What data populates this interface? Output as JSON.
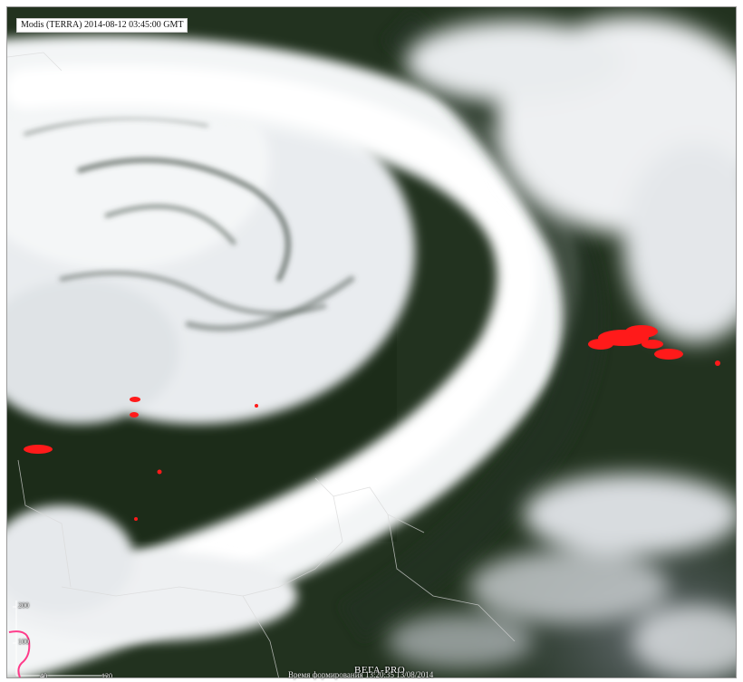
{
  "header": {
    "satellite_label": "Modis (TERRA) 2014-08-12 03:45:00 GMT"
  },
  "footer": {
    "product": "ВЕГА-PRO",
    "generated": "Время формирования 13:20:35 13/08/2014"
  },
  "scale": {
    "y_ticks": [
      "200",
      "100"
    ],
    "x_ticks": [
      "40",
      "120"
    ]
  },
  "colors": {
    "land": "#22321f",
    "land_dark": "#1a2617",
    "cloud": "#f2f4f6",
    "cloud_shadow": "#c9ced2",
    "fire": "#ff1a1a",
    "border_line": "#d8d8d8"
  },
  "image_semantics": {
    "content": "satellite-cloud-image",
    "features": [
      "cyclone-swirl",
      "cloud-band",
      "fire-hotspots",
      "state-borders"
    ]
  }
}
